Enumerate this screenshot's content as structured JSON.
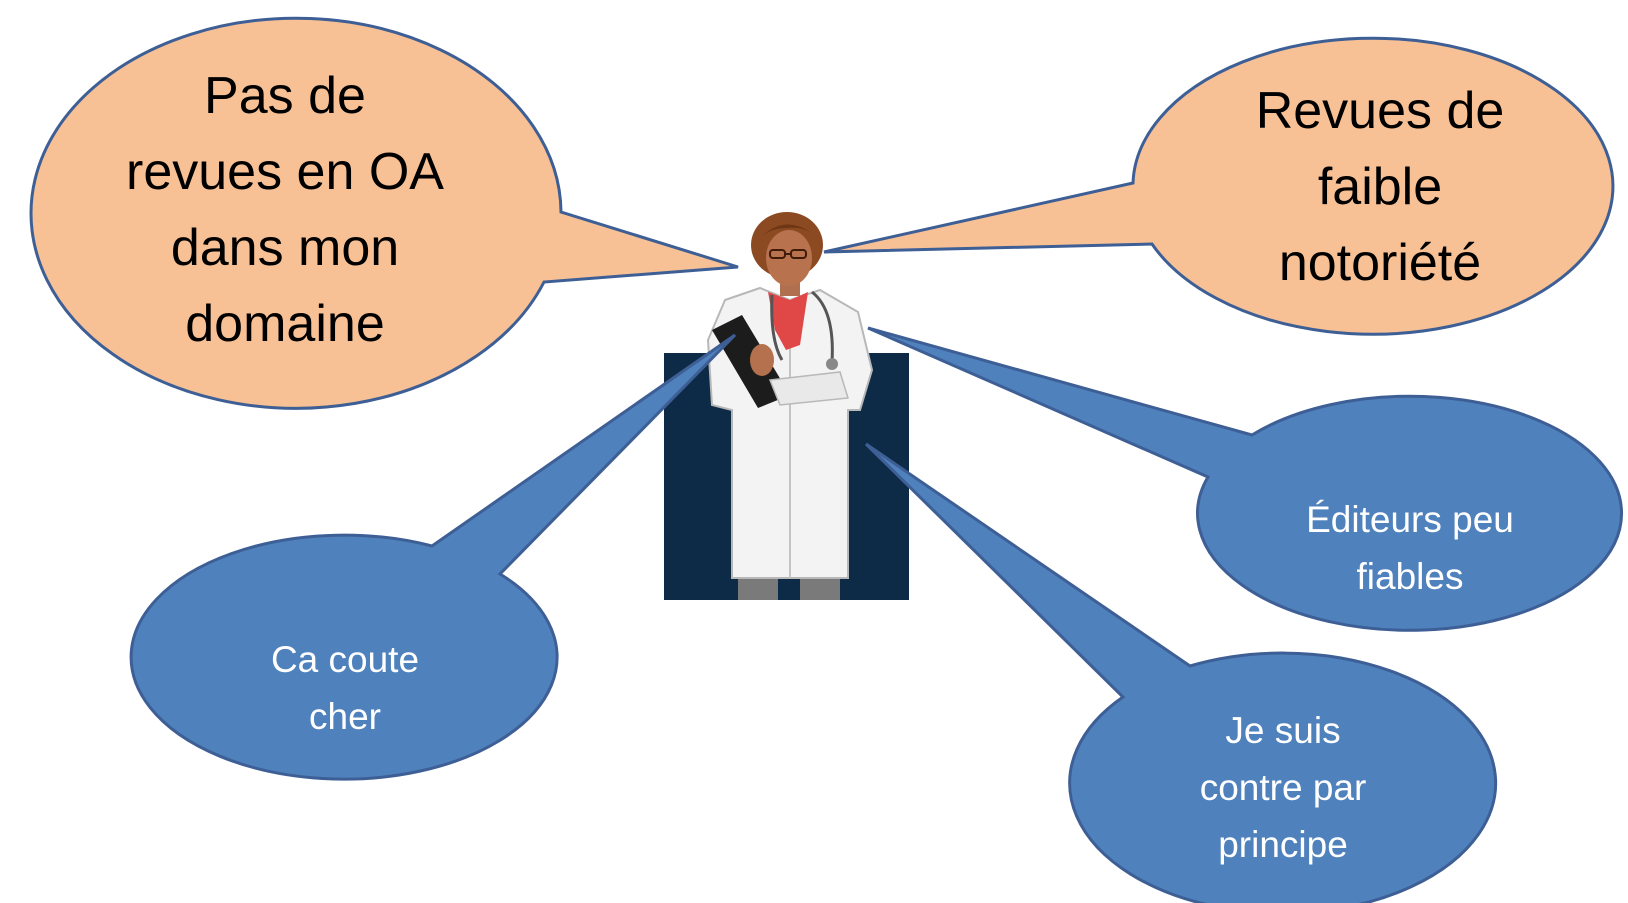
{
  "colors": {
    "large_bubble_fill": "#f8c195",
    "small_bubble_fill": "#4f81bd",
    "bubble_outline": "#3d5f95",
    "figure_backdrop": "#0d2b47",
    "lab_coat": "#f3f3f3"
  },
  "figure": {
    "icon": "doctor-icon"
  },
  "bubbles": {
    "top_left": {
      "lines": [
        "Pas de",
        "revues en OA",
        "dans mon",
        "domaine"
      ]
    },
    "top_right": {
      "lines": [
        "Revues de",
        "faible",
        "notoriété"
      ]
    },
    "mid_right": {
      "lines": [
        "Éditeurs peu",
        "fiables"
      ]
    },
    "bottom_left": {
      "lines": [
        "Ca coute",
        "cher"
      ]
    },
    "bottom_right": {
      "lines": [
        "Je suis",
        "contre par",
        "principe"
      ]
    }
  }
}
